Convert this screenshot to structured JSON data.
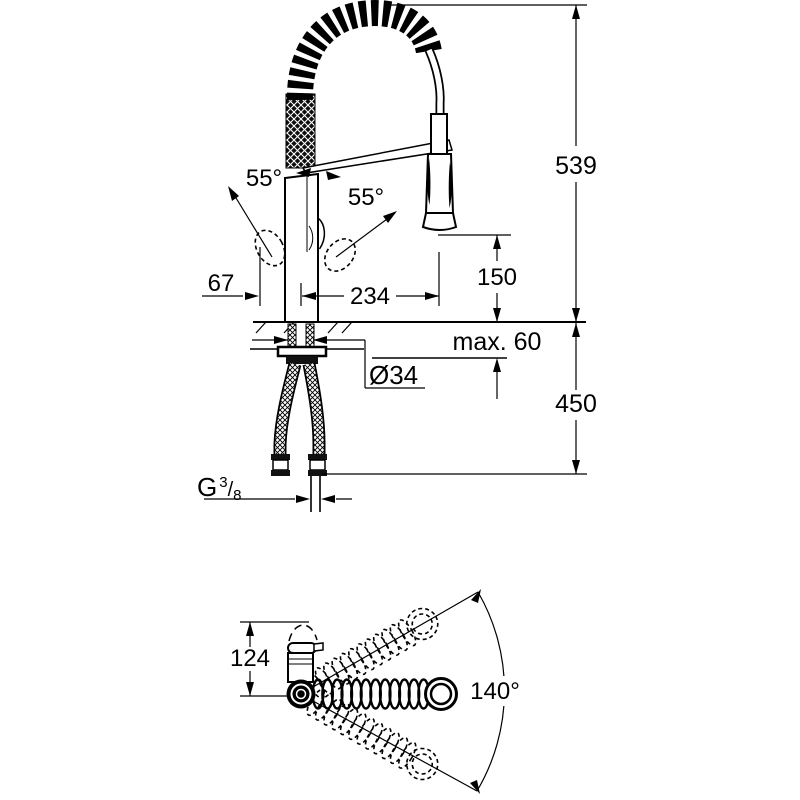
{
  "meta": {
    "description": "Technical dimension drawing of a kitchen mixer tap with professional spring pull-out spout: side elevation and plan (swivel range) view",
    "background": "#ffffff",
    "ink": "#000000"
  },
  "side_view": {
    "dims": {
      "total_height": "539",
      "outlet_to_deck": "150",
      "deck_max": "max. 60",
      "hole_dia": "Ø34",
      "below_deck": "450",
      "reach": "234",
      "handle_front": "67",
      "lever_angle_left": "55°",
      "lever_angle_right": "55°",
      "thread_g": "G",
      "thread_num": "3",
      "thread_slash": "/",
      "thread_den": "8"
    }
  },
  "top_view": {
    "dims": {
      "front_depth": "124",
      "swivel": "140°"
    }
  }
}
